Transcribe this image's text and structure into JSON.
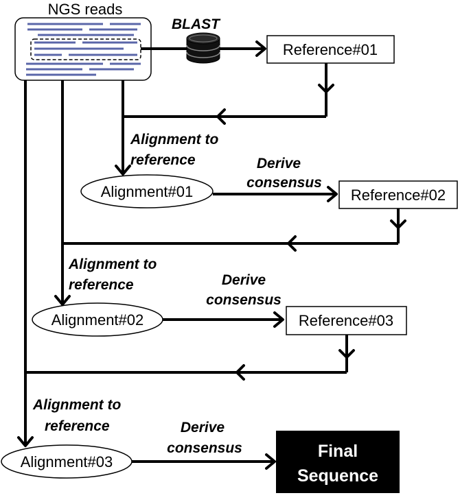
{
  "ngs": {
    "title": "NGS reads"
  },
  "blast": {
    "label": "BLAST",
    "icon": "database-icon"
  },
  "nodes": {
    "ref1": "Reference#01",
    "ref2": "Reference#02",
    "ref3": "Reference#03",
    "aln1": "Alignment#01",
    "aln2": "Alignment#02",
    "aln3": "Alignment#03",
    "final_line1": "Final",
    "final_line2": "Sequence"
  },
  "steps": {
    "align_line1": "Alignment to",
    "align_line2": "reference",
    "derive_line1": "Derive",
    "derive_line2": "consensus"
  },
  "colors": {
    "read_lines": "#5a66a8",
    "final_box": "#000000",
    "final_text": "#ffffff"
  }
}
